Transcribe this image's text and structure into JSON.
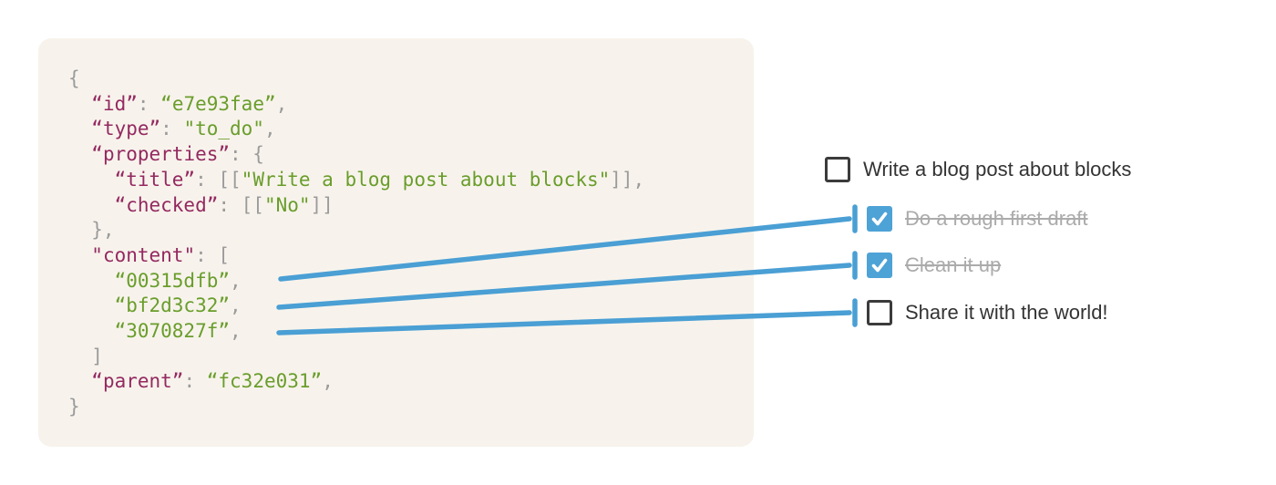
{
  "colors": {
    "code_bg": "#f7f3ec",
    "code_key": "#942960",
    "code_value": "#6a9d2b",
    "code_punct": "#9b9b9b",
    "arrow": "#4a9fd4",
    "checkbox_checked": "#4da2d6",
    "todo_text": "#333333",
    "todo_done_text": "#ababab"
  },
  "code_block": {
    "language": "json",
    "lines": [
      [
        {
          "t": "p",
          "x": "{"
        }
      ],
      [
        {
          "t": "p",
          "x": "  "
        },
        {
          "t": "k",
          "x": "“id”"
        },
        {
          "t": "p",
          "x": ": "
        },
        {
          "t": "v",
          "x": "“e7e93fae”"
        },
        {
          "t": "p",
          "x": ","
        }
      ],
      [
        {
          "t": "p",
          "x": "  "
        },
        {
          "t": "k",
          "x": "“type”"
        },
        {
          "t": "p",
          "x": ": "
        },
        {
          "t": "v",
          "x": "\"to_do\""
        },
        {
          "t": "p",
          "x": ","
        }
      ],
      [
        {
          "t": "p",
          "x": "  "
        },
        {
          "t": "k",
          "x": "“properties”"
        },
        {
          "t": "p",
          "x": ": {"
        }
      ],
      [
        {
          "t": "p",
          "x": "    "
        },
        {
          "t": "k",
          "x": "“title”"
        },
        {
          "t": "p",
          "x": ": [["
        },
        {
          "t": "v",
          "x": "\"Write a blog post about blocks\""
        },
        {
          "t": "p",
          "x": "]],"
        }
      ],
      [
        {
          "t": "p",
          "x": "    "
        },
        {
          "t": "k",
          "x": "“checked”"
        },
        {
          "t": "p",
          "x": ": [["
        },
        {
          "t": "v",
          "x": "\"No\""
        },
        {
          "t": "p",
          "x": "]]"
        }
      ],
      [
        {
          "t": "p",
          "x": "  },"
        }
      ],
      [
        {
          "t": "p",
          "x": "  "
        },
        {
          "t": "k",
          "x": "\"content\""
        },
        {
          "t": "p",
          "x": ": ["
        }
      ],
      [
        {
          "t": "p",
          "x": "    "
        },
        {
          "t": "v",
          "x": "“00315dfb”"
        },
        {
          "t": "p",
          "x": ","
        }
      ],
      [
        {
          "t": "p",
          "x": "    "
        },
        {
          "t": "v",
          "x": "“bf2d3c32”"
        },
        {
          "t": "p",
          "x": ","
        }
      ],
      [
        {
          "t": "p",
          "x": "    "
        },
        {
          "t": "v",
          "x": "“3070827f”"
        },
        {
          "t": "p",
          "x": ","
        }
      ],
      [
        {
          "t": "p",
          "x": "  ]"
        }
      ],
      [
        {
          "t": "p",
          "x": "  "
        },
        {
          "t": "k",
          "x": "“parent”"
        },
        {
          "t": "p",
          "x": ": "
        },
        {
          "t": "v",
          "x": "“fc32e031”"
        },
        {
          "t": "p",
          "x": ","
        }
      ],
      [
        {
          "t": "p",
          "x": "}"
        }
      ]
    ]
  },
  "checklist": {
    "items": [
      {
        "label": "Write a blog post about blocks",
        "checked": false,
        "done": false
      },
      {
        "label": "Do a rough first draft",
        "checked": true,
        "done": true
      },
      {
        "label": "Clean it up",
        "checked": true,
        "done": true
      },
      {
        "label": "Share it with the world!",
        "checked": false,
        "done": false
      }
    ]
  },
  "connections": [
    {
      "from": "00315dfb",
      "to": "Do a rough first draft"
    },
    {
      "from": "bf2d3c32",
      "to": "Clean it up"
    },
    {
      "from": "3070827f",
      "to": "Share it with the world!"
    }
  ]
}
